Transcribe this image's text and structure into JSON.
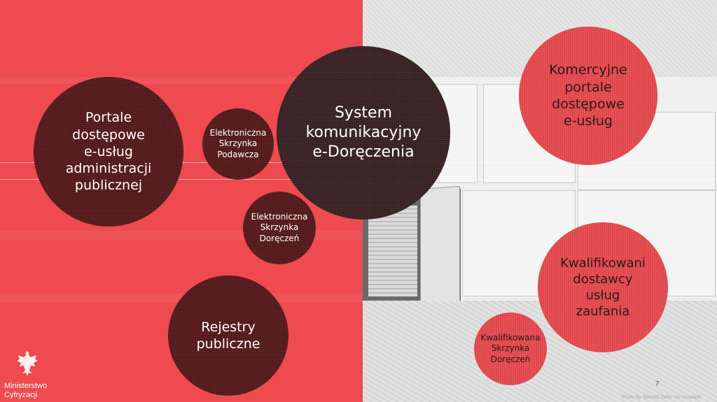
{
  "circles": {
    "portale": {
      "lines": [
        "Portale",
        "dostępowe",
        "e-usług",
        "administracji",
        "publicznej"
      ]
    },
    "esp": {
      "lines": [
        "Elektroniczna",
        "Skrzynka",
        "Podawcza"
      ]
    },
    "system": {
      "lines": [
        "System",
        "komunikacyjny",
        "e-Doręczenia"
      ]
    },
    "esd": {
      "lines": [
        "Elektroniczna",
        "Skrzynka",
        "Doręczeń"
      ]
    },
    "rejestry": {
      "lines": [
        "Rejestry",
        "publiczne"
      ]
    },
    "komercyjne": {
      "lines": [
        "Komercyjne",
        "portale",
        "dostępowe",
        "e-usług"
      ]
    },
    "kwalifikowani": {
      "lines": [
        "Kwalifikowani",
        "dostawcy",
        "usług",
        "zaufania"
      ]
    },
    "ksd": {
      "lines": [
        "Kwalifikowana",
        "Skrzynka",
        "Doręczeń"
      ]
    }
  },
  "footer": {
    "ministry_line1": "Ministerstwo",
    "ministry_line2": "Cyfryzacji",
    "page_number": "7",
    "photo_credit": "Photo by Samuel Zeller on Unsplash"
  },
  "colors": {
    "left_panel": "#ef4a4f",
    "dark_circle": "#5a1c1e",
    "red_circle": "#e5474c"
  },
  "icons": {
    "logo": "polish-eagle-emblem-icon"
  }
}
